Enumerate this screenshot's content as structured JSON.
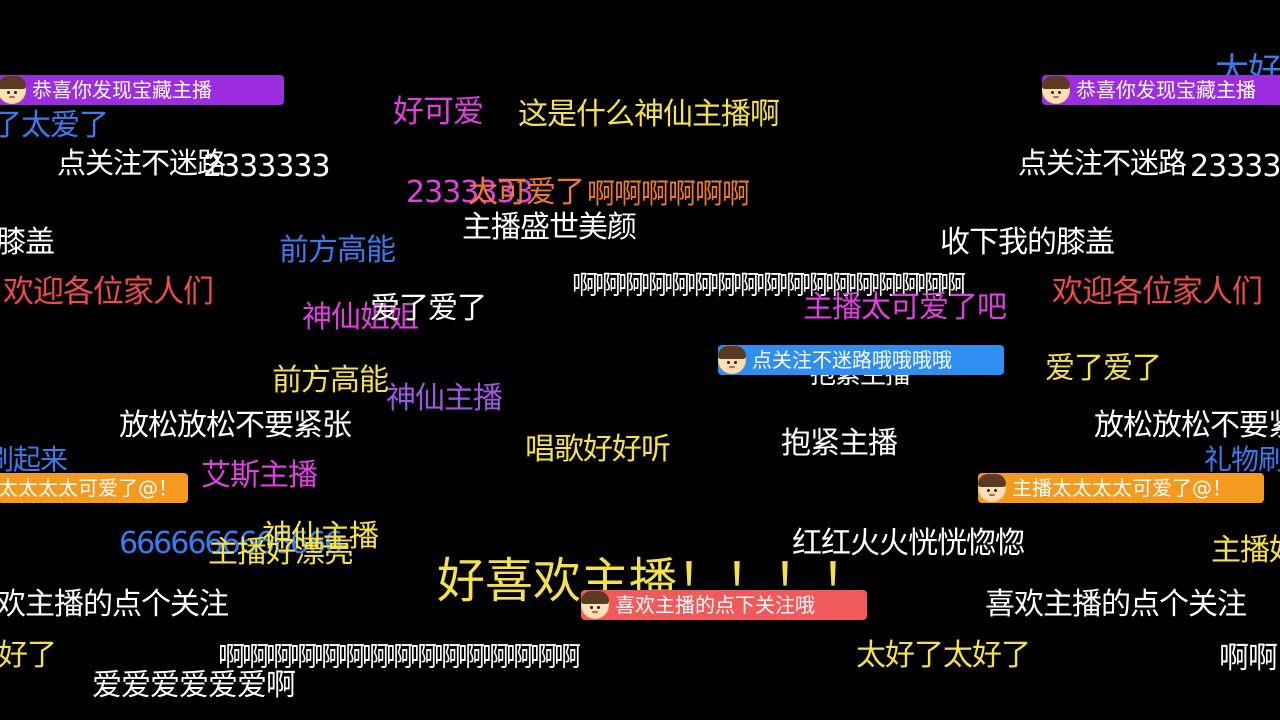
{
  "danmaku": [
    {
      "text": "好可爱",
      "color": "#e040e0"
    },
    {
      "text": "这是什么神仙主播啊",
      "color": "#f5e14a"
    },
    {
      "text": "了太爱了",
      "color": "#3a7bf0"
    },
    {
      "text": "点关注不迷路",
      "color": "#ffffff"
    },
    {
      "text": "2333333",
      "color": "#ffffff"
    },
    {
      "text": "点关注不迷路",
      "color": "#ffffff"
    },
    {
      "text": "2333333",
      "color": "#ffffff"
    },
    {
      "text": "2333333",
      "color": "#e040e0"
    },
    {
      "text": "太可爱了",
      "color": "#f07a30"
    },
    {
      "text": "啊啊啊啊啊啊",
      "color": "#f07a30"
    },
    {
      "text": "主播盛世美颜",
      "color": "#ffffff"
    },
    {
      "text": "膝盖",
      "color": "#ffffff"
    },
    {
      "text": "前方高能",
      "color": "#3a7bf0"
    },
    {
      "text": "收下我的膝盖",
      "color": "#ffffff"
    },
    {
      "text": "欢迎各位家人们",
      "color": "#f04a4a"
    },
    {
      "text": "啊啊啊啊啊啊啊啊啊啊啊啊啊啊啊啊啊",
      "color": "#ffffff"
    },
    {
      "text": "欢迎各位家人们",
      "color": "#f04a4a"
    },
    {
      "text": "神仙姐姐",
      "color": "#e040e0"
    },
    {
      "text": "爱了爱了",
      "color": "#ffffff"
    },
    {
      "text": "主播太可爱了吧",
      "color": "#e040e0"
    },
    {
      "text": "抱紧主播",
      "color": "#ffffff"
    },
    {
      "text": "前方高能",
      "color": "#f5e14a"
    },
    {
      "text": "神仙主播",
      "color": "#9b59e0"
    },
    {
      "text": "爱了爱了",
      "color": "#f5e14a"
    },
    {
      "text": "放松放松不要紧张",
      "color": "#ffffff"
    },
    {
      "text": "放松放松不要紧张",
      "color": "#ffffff"
    },
    {
      "text": "唱歌好好听",
      "color": "#f5e14a"
    },
    {
      "text": "抱紧主播",
      "color": "#ffffff"
    },
    {
      "text": "刷起来",
      "color": "#3a7bf0"
    },
    {
      "text": "礼物刷",
      "color": "#3a7bf0"
    },
    {
      "text": "艾斯主播",
      "color": "#e040e0"
    },
    {
      "text": "6666666666666",
      "color": "#3a7bf0"
    },
    {
      "text": "主播好漂亮",
      "color": "#f5e14a"
    },
    {
      "text": "神仙主播",
      "color": "#f5e14a"
    },
    {
      "text": "红红火火恍恍惚惚",
      "color": "#ffffff"
    },
    {
      "text": "主播好",
      "color": "#f5e14a"
    },
    {
      "text": "好喜欢主播！！！！",
      "color": "#f5e14a"
    },
    {
      "text": "欢主播的点个关注",
      "color": "#ffffff"
    },
    {
      "text": "喜欢主播的点个关注",
      "color": "#ffffff"
    },
    {
      "text": "好了",
      "color": "#f5e14a"
    },
    {
      "text": "啊啊啊啊啊啊啊啊啊啊啊啊啊啊啊",
      "color": "#ffffff"
    },
    {
      "text": "太好了太好了",
      "color": "#f5e14a"
    },
    {
      "text": "啊啊",
      "color": "#ffffff"
    },
    {
      "text": "爱爱爱爱爱爱啊",
      "color": "#ffffff"
    },
    {
      "text": "太好",
      "color": "#3a7bf0"
    }
  ],
  "badges": [
    {
      "text": "恭喜你发现宝藏主播",
      "color": "#9b2fe0"
    },
    {
      "text": "恭喜你发现宝藏主播",
      "color": "#9b2fe0"
    },
    {
      "text": "点关注不迷路哦哦哦哦",
      "color": "#2f8ff0"
    },
    {
      "text": "太太太太可爱了@！",
      "color": "#f59a1f"
    },
    {
      "text": "主播太太太太可爱了@！",
      "color": "#f59a1f"
    },
    {
      "text": "喜欢主播的点下关注哦",
      "color": "#f05a5a"
    }
  ]
}
